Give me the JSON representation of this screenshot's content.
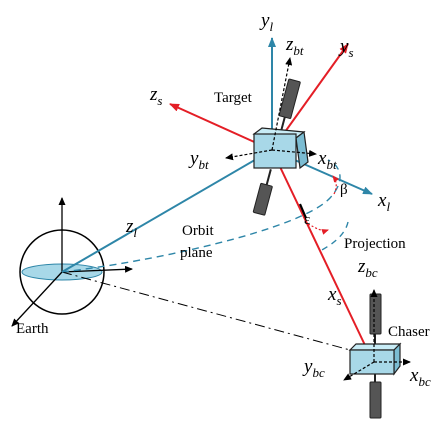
{
  "labels": {
    "target": "Target",
    "earth": "Earth",
    "orbit_plane_line1": "Orbit",
    "orbit_plane_line2": "plane",
    "projection": "Projection",
    "chaser": "Chaser",
    "beta": "β",
    "epsilon": "ε"
  },
  "axes": {
    "yl": {
      "base": "y",
      "sub": "l"
    },
    "xl": {
      "base": "x",
      "sub": "l"
    },
    "zl": {
      "base": "z",
      "sub": "l"
    },
    "ys": {
      "base": "y",
      "sub": "s"
    },
    "zs": {
      "base": "z",
      "sub": "s"
    },
    "xs": {
      "base": "x",
      "sub": "s"
    },
    "zbt": {
      "base": "z",
      "sub": "bt"
    },
    "ybt": {
      "base": "y",
      "sub": "bt"
    },
    "xbt": {
      "base": "x",
      "sub": "bt"
    },
    "zbc": {
      "base": "z",
      "sub": "bc"
    },
    "ybc": {
      "base": "y",
      "sub": "bc"
    },
    "xbc": {
      "base": "x",
      "sub": "bc"
    }
  },
  "colors": {
    "frame_l": "#2e86a8",
    "frame_s": "#e41e26",
    "body_frame": "#000000",
    "satellite_body": "#a8d8e8",
    "solar_panel": "#555555",
    "earth_disk": "#a8d8e8"
  }
}
